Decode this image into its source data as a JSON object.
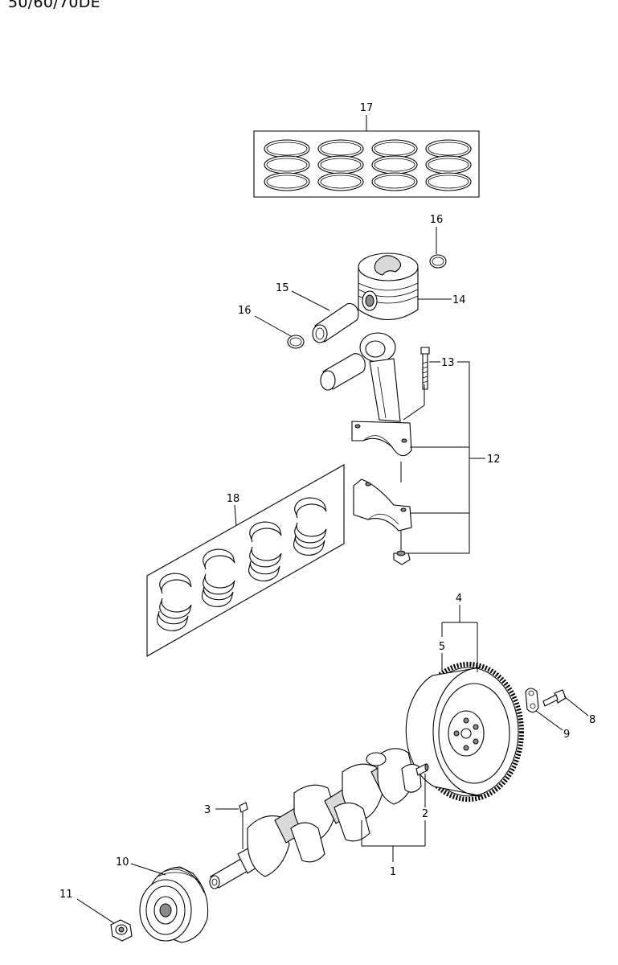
{
  "page": {
    "title": "50/60/70DE"
  },
  "callouts": {
    "c1": "1",
    "c2": "2",
    "c3": "3",
    "c4": "4",
    "c5": "5",
    "c8": "8",
    "c9": "9",
    "c10": "10",
    "c11": "11",
    "c12": "12",
    "c13": "13",
    "c14": "14",
    "c15": "15",
    "c16a": "16",
    "c16b": "16",
    "c17": "17",
    "c18": "18"
  }
}
